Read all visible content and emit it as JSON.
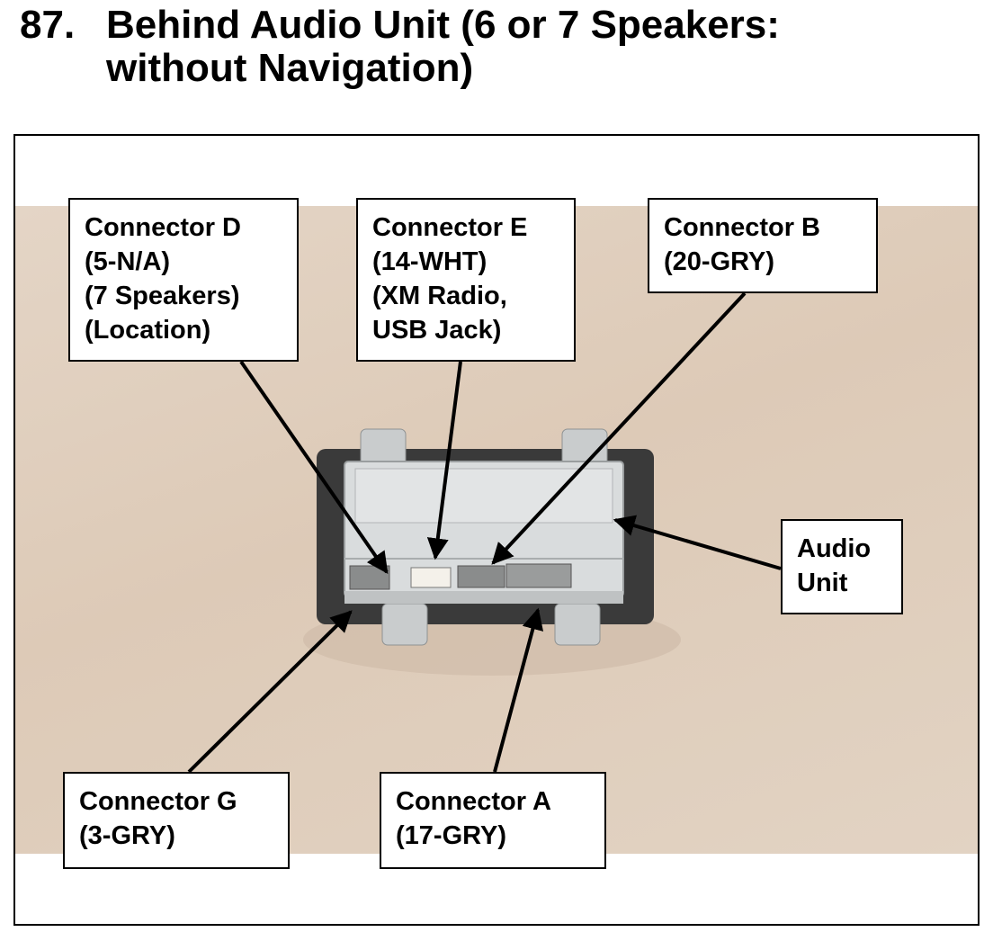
{
  "title": {
    "number": "87.",
    "lines": [
      "Behind Audio Unit (6 or 7 Speakers:",
      "without Navigation)"
    ]
  },
  "labels": {
    "connector_d": [
      "Connector D",
      "(5-N/A)",
      "(7 Speakers)",
      "(Location)"
    ],
    "connector_e": [
      "Connector E",
      "(14-WHT)",
      "(XM Radio,",
      "USB Jack)"
    ],
    "connector_b": [
      "Connector B",
      "(20-GRY)"
    ],
    "audio_unit": [
      "Audio",
      "Unit"
    ],
    "connector_g": [
      "Connector G",
      "(3-GRY)"
    ],
    "connector_a": [
      "Connector A",
      "(17-GRY)"
    ]
  },
  "colors": {
    "background_photo": "#e0cfbe",
    "unit_metal": "#d9dcdd",
    "unit_frame": "#3a3a3a",
    "connector_white": "#f4f1ea",
    "connector_gray": "#8a8c8c"
  }
}
